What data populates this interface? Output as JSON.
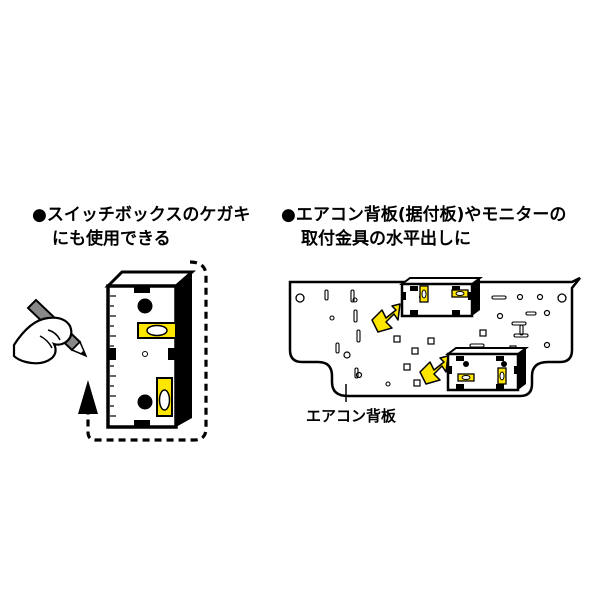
{
  "left_caption": {
    "line1": "●スイッチボックスのケガキ",
    "line2": "にも使用できる"
  },
  "right_caption": {
    "line1": "●エアコン背板(据付板)やモニターの",
    "line2": "取付金具の水平出しに"
  },
  "plate_label": "エアコン背板",
  "colors": {
    "level_yellow": "#FFE600",
    "arrow_yellow": "#FFE600",
    "outline": "#000000"
  }
}
